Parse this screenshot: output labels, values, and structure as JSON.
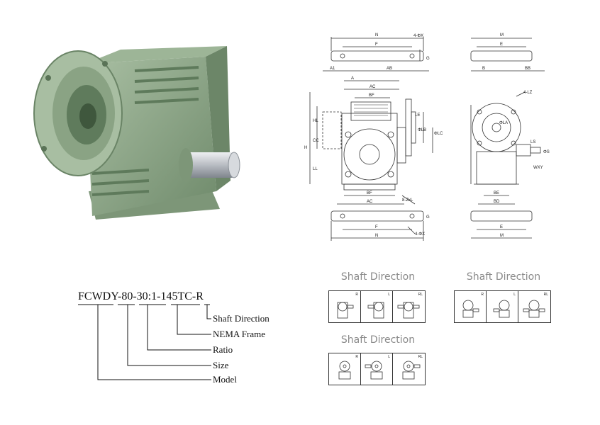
{
  "model_code": {
    "parts": [
      "FCWDY",
      "-",
      "80",
      "-",
      "30:1",
      "-",
      "145TC",
      "-",
      "R"
    ],
    "labels": {
      "shaft_direction": "Shaft Direction",
      "nema_frame": "NEMA Frame",
      "ratio": "Ratio",
      "size": "Size",
      "model": "Model"
    }
  },
  "drawing_labels": {
    "front": {
      "top": [
        "N",
        "F",
        "4-ΦX",
        "G"
      ],
      "mid": [
        "A1",
        "AB",
        "A",
        "AC",
        "BF",
        "HL",
        "CC",
        "H",
        "LL",
        "LE",
        "ΦLB",
        "ΦLC"
      ],
      "bottom": [
        "BF",
        "AC",
        "8-ZxL",
        "G",
        "F",
        "N",
        "4-ΦX"
      ]
    },
    "side": {
      "top": [
        "M",
        "E"
      ],
      "mid": [
        "B",
        "BB",
        "4-LZ",
        "ΦLA",
        "LS",
        "ΦS",
        "WXY"
      ],
      "bottom": [
        "BE",
        "BD",
        "E",
        "M"
      ]
    }
  },
  "shaft_direction_groups": [
    {
      "title": "Shaft Direction",
      "cells": [
        "R",
        "L",
        "RL"
      ]
    },
    {
      "title": "Shaft Direction",
      "cells": [
        "R",
        "L",
        "RL"
      ]
    },
    {
      "title": "Shaft Direction",
      "cells": [
        "R",
        "L",
        "RL"
      ]
    }
  ],
  "colors": {
    "gearbox_body": "#8fa78a",
    "gearbox_shadow": "#5f7a5c",
    "shaft": "#c9ccd0",
    "line": "#333333",
    "title_gray": "#8a8a8a"
  }
}
